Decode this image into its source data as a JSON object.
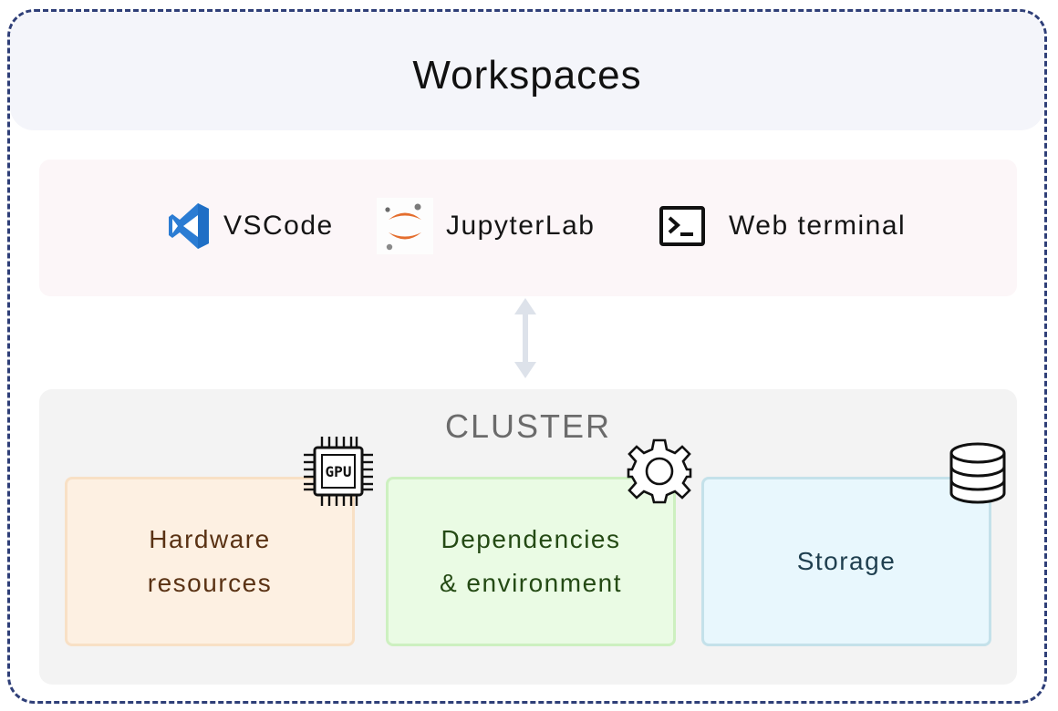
{
  "header": {
    "title": "Workspaces"
  },
  "tools": [
    {
      "label": "VSCode",
      "icon": "vscode-icon"
    },
    {
      "label": "JupyterLab",
      "icon": "jupyter-icon"
    },
    {
      "label": "Web terminal",
      "icon": "terminal-icon"
    }
  ],
  "cluster": {
    "title": "CLUSTER",
    "components": [
      {
        "line1": "Hardware",
        "line2": "resources",
        "icon": "gpu-chip-icon",
        "chip_text": "GPU"
      },
      {
        "line1": "Dependencies",
        "line2": "& environment",
        "icon": "gear-icon"
      },
      {
        "line1": "Storage",
        "icon": "database-icon"
      }
    ]
  },
  "colors": {
    "frame_border": "#2f3f78",
    "header_bg": "#f4f5fa",
    "tools_bg": "#fcf6f8",
    "cluster_bg": "#f3f3f3",
    "arrow": "#dde2ea",
    "vscode_blue": "#2b7cd3",
    "jupyter_orange": "#e46e2e",
    "hardware_bg": "#fdf0e2",
    "dependencies_bg": "#eafbe4",
    "storage_bg": "#e8f7fd"
  }
}
